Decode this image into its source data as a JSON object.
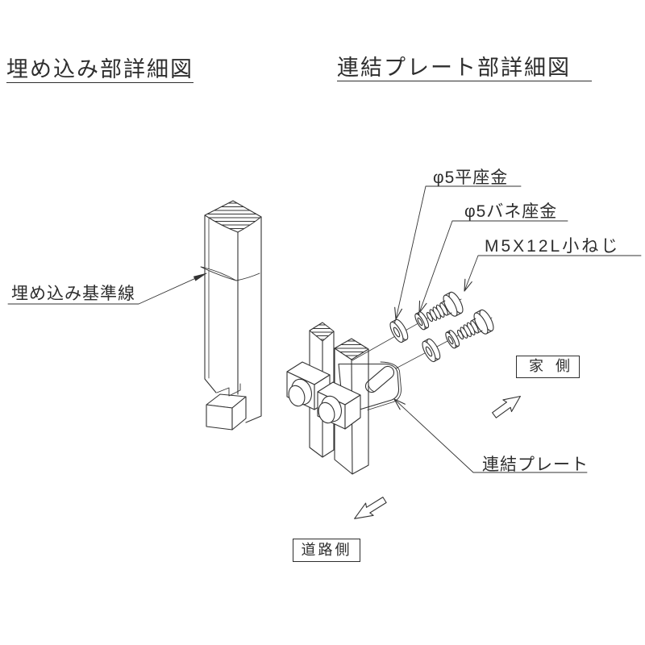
{
  "page": {
    "background": "#ffffff",
    "line_color": "#333333",
    "text_color": "#2e2e2e"
  },
  "left_figure": {
    "title": "埋め込み部詳細図",
    "reference_line_label": "埋め込み基準線"
  },
  "right_figure": {
    "title": "連結プレート部詳細図",
    "labels": {
      "flat_washer": "φ5平座金",
      "spring_washer": "φ5バネ座金",
      "screw": "M5X12L小ねじ",
      "connecting_plate": "連結プレート"
    },
    "direction_boxes": {
      "house_side": "家側",
      "road_side": "道路側"
    }
  },
  "icons": {
    "house_direction_arrow": "outline-arrow-up-right",
    "road_direction_arrow": "outline-arrow-down-left"
  }
}
